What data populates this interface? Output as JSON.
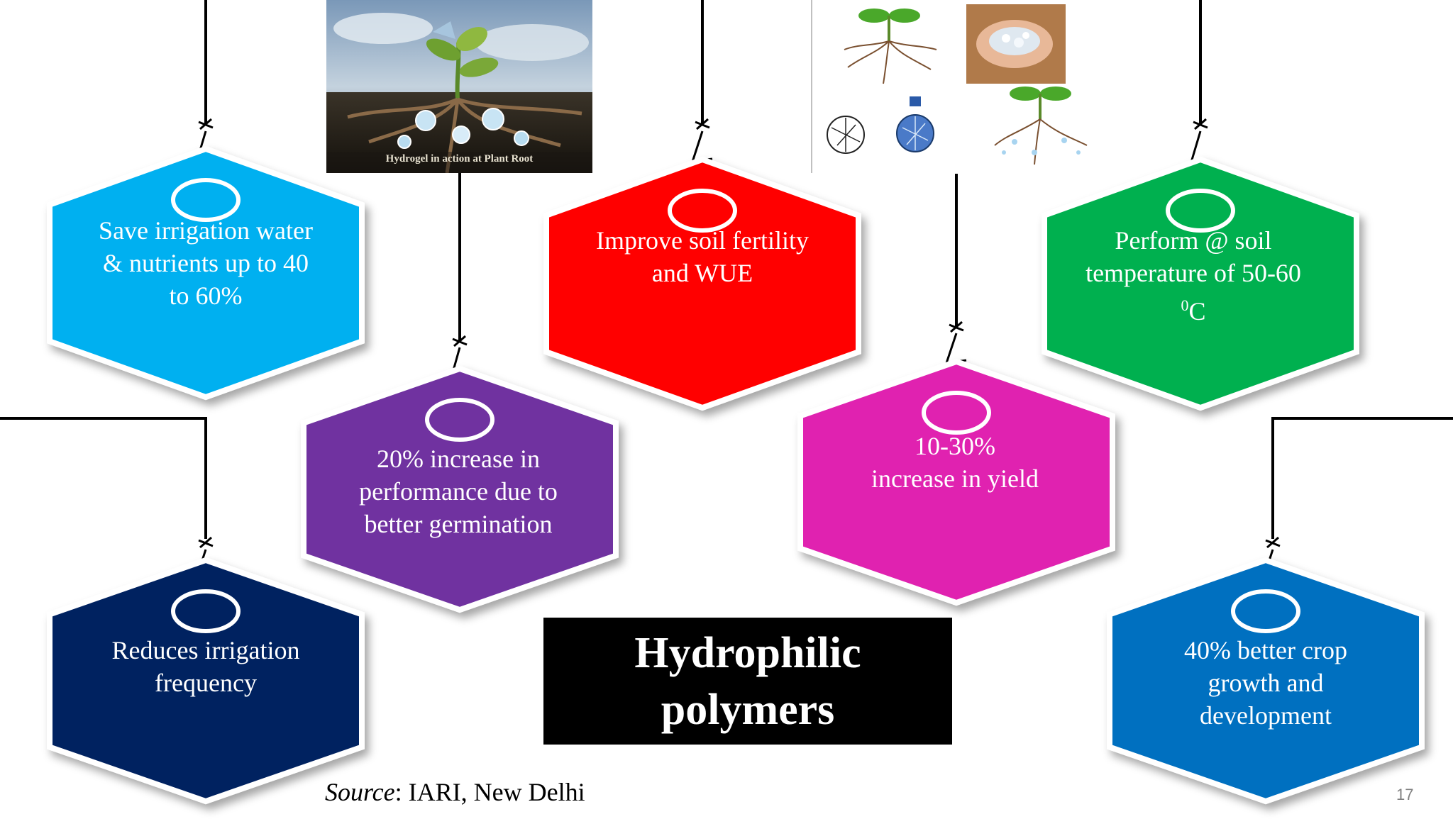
{
  "slide": {
    "title": "Hydrophilic polymers",
    "source_label": "Source",
    "source_text": ": IARI, New Delhi",
    "page_number": "17"
  },
  "hexagons": [
    {
      "id": "save-water",
      "color": "#00b0f0",
      "text_lines": [
        "Save irrigation water",
        "& nutrients up to 40",
        "to 60%"
      ]
    },
    {
      "id": "soil-fertility",
      "color": "#ff0000",
      "text_lines": [
        "Improve soil fertility",
        "and WUE"
      ]
    },
    {
      "id": "soil-temperature",
      "color": "#00b050",
      "text_lines": [
        "Perform @ soil",
        "temperature of 50-60",
        "C"
      ],
      "superscript": "0"
    },
    {
      "id": "germination",
      "color": "#7030a0",
      "text_lines": [
        "20% increase in",
        "performance due to",
        "better germination"
      ]
    },
    {
      "id": "yield",
      "color": "#e020b0",
      "text_lines": [
        "10-30%",
        "increase in yield"
      ]
    },
    {
      "id": "irrigation-frequency",
      "color": "#002060",
      "text_lines": [
        "Reduces irrigation",
        "frequency"
      ]
    },
    {
      "id": "crop-growth",
      "color": "#0070c0",
      "text_lines": [
        "40% better crop",
        "growth and",
        "development"
      ]
    }
  ],
  "images": [
    {
      "id": "hydrogel-root-photo",
      "caption": "Hydrogel in action at Plant Root"
    },
    {
      "id": "polymer-effect-illustration"
    }
  ]
}
